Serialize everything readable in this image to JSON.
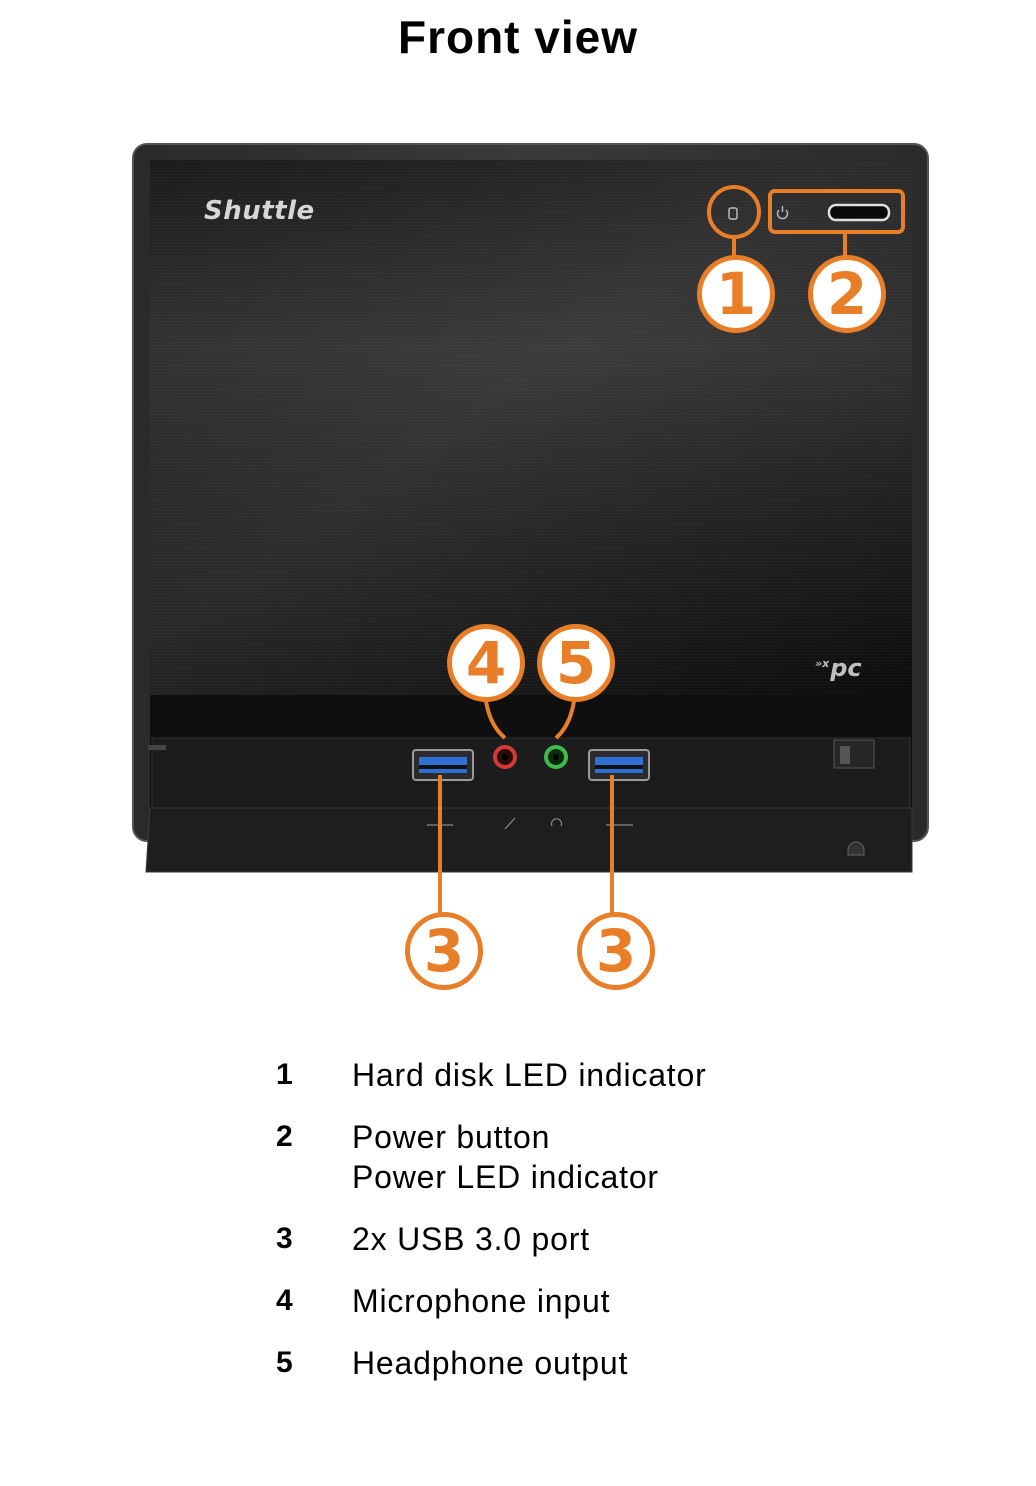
{
  "page": {
    "title": "Front view"
  },
  "device": {
    "brand_logo": "Shuttle",
    "model_logo_prefix": "»x",
    "model_logo": "pc"
  },
  "callouts": {
    "hdd_led": "1",
    "power": "2",
    "usb_left": "3",
    "usb_right": "3",
    "mic": "4",
    "headphone": "5"
  },
  "colors": {
    "callout": "#e87e28",
    "usb_port": "#2e6fd6",
    "mic_jack": "#d23a3a",
    "headphone_jack": "#3fb94b"
  },
  "legend": [
    {
      "number": "1",
      "lines": [
        "Hard disk LED indicator"
      ]
    },
    {
      "number": "2",
      "lines": [
        "Power button",
        "Power LED indicator"
      ]
    },
    {
      "number": "3",
      "lines": [
        "2x USB 3.0 port"
      ]
    },
    {
      "number": "4",
      "lines": [
        "Microphone input"
      ]
    },
    {
      "number": "5",
      "lines": [
        "Headphone output"
      ]
    }
  ]
}
